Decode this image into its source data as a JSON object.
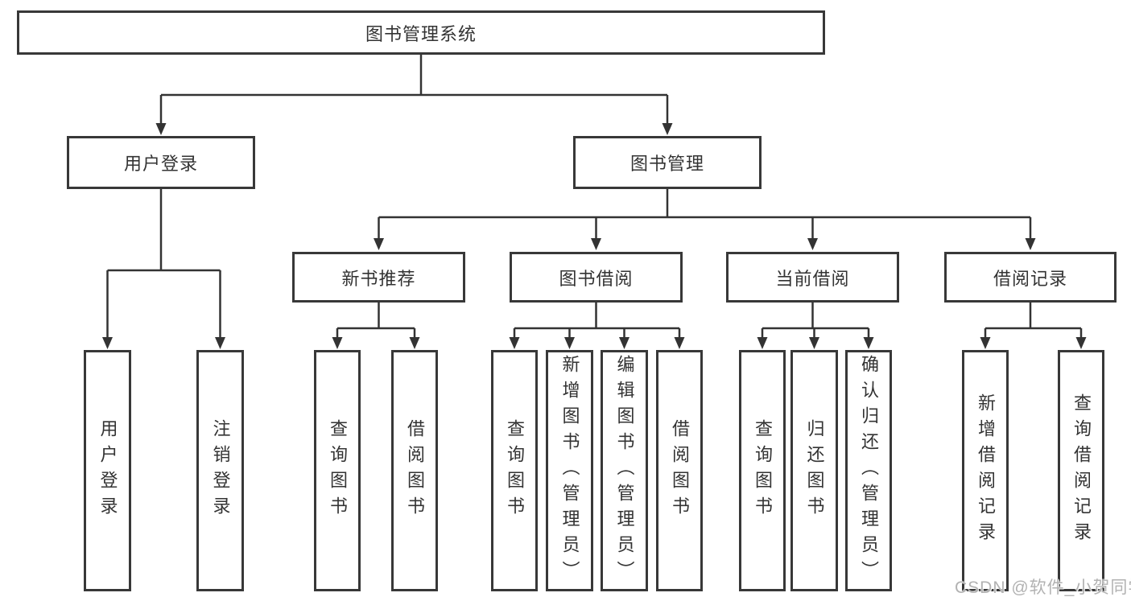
{
  "diagram": {
    "root": "图书管理系统",
    "level2": {
      "user_login": "用户登录",
      "book_management": "图书管理"
    },
    "user_login_children": [
      "用户登录",
      "注销登录"
    ],
    "modules": [
      "新书推荐",
      "图书借阅",
      "当前借阅",
      "借阅记录"
    ],
    "module_children": {
      "new_book_recommend": [
        "查询图书",
        "借阅图书"
      ],
      "book_borrow": [
        "查询图书",
        "新增图书（管理员）",
        "编辑图书（管理员）",
        "借阅图书"
      ],
      "current_borrow": [
        "查询图书",
        "归还图书",
        "确认归还（管理员）"
      ],
      "borrow_records": [
        "新增借阅记录",
        "查询借阅记录"
      ]
    }
  },
  "watermark": "CSDN @软件_小贺同学",
  "colors": {
    "line": "#333333",
    "box_border": "#383838",
    "text": "#333333",
    "watermark": "#b2b2b2",
    "background": "#ffffff"
  }
}
